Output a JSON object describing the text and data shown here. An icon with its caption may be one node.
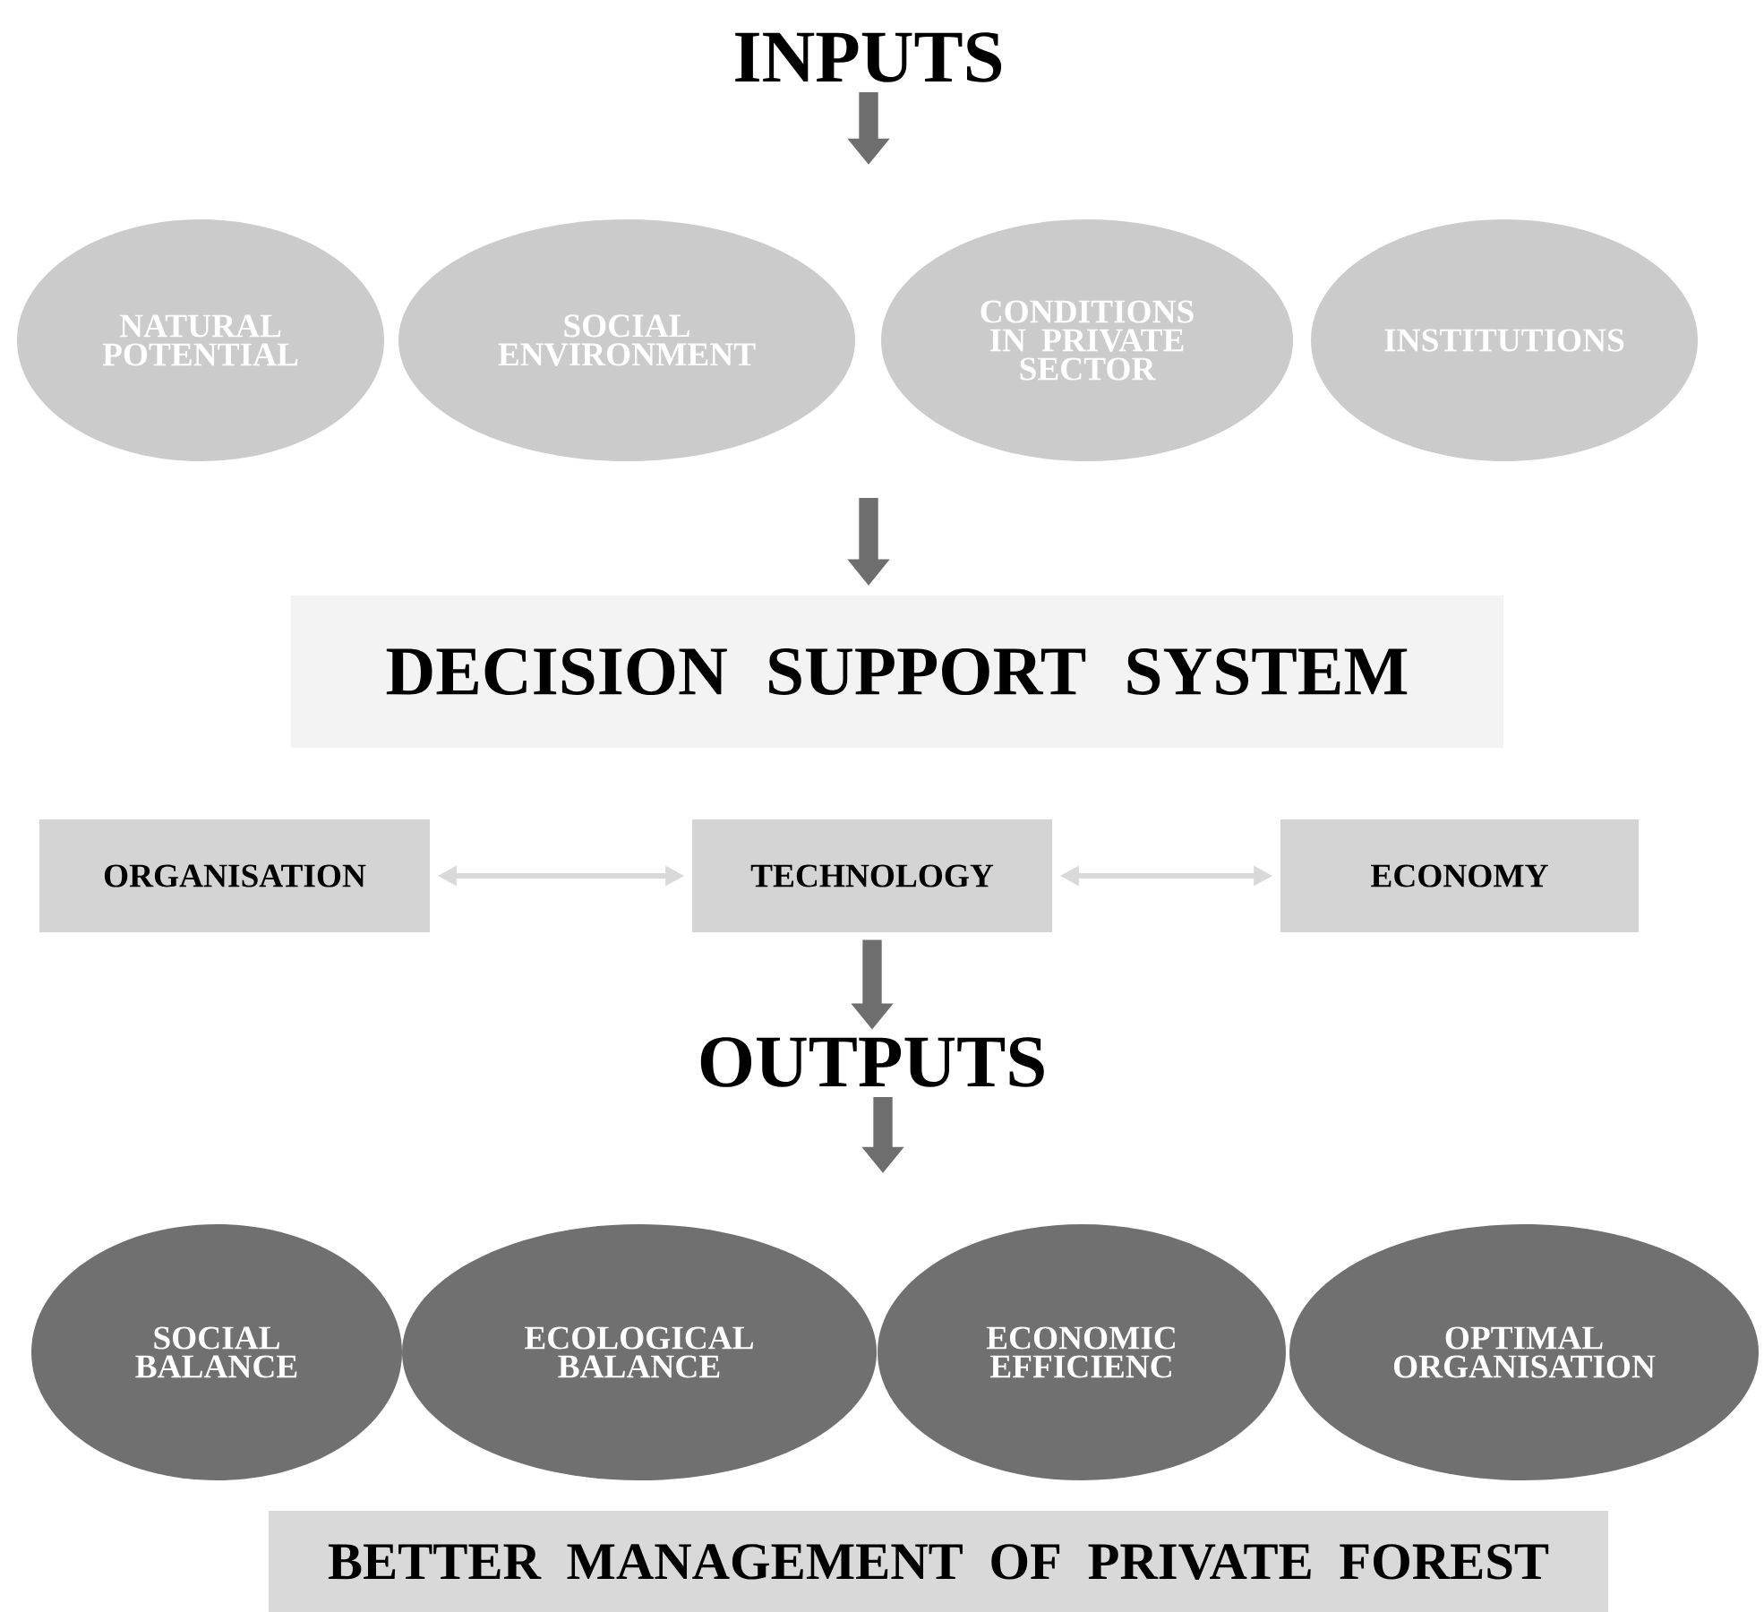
{
  "diagram": {
    "nodes": [
      {
        "text": [
          "INPUTS"
        ]
      },
      {
        "text": [
          "NATURAL POTENTIAL"
        ]
      },
      {
        "text": [
          "SOCIAL ENVIRONMENT"
        ]
      },
      {
        "text": [
          "CONDITIONS IN PRIVATE SECTOR"
        ]
      },
      {
        "text": [
          "INSTITUTIONS"
        ]
      },
      {
        "text": [
          "DECISION SUPPORT SYSTEM"
        ]
      },
      {
        "text": [
          "ORGANISATION"
        ]
      },
      {
        "text": [
          "TECHNOLOGY"
        ]
      },
      {
        "text": [
          "ECONOMY"
        ]
      },
      {
        "text": [
          "OUTPUTS"
        ]
      },
      {
        "text": [
          "SOCIAL BALANCE"
        ]
      },
      {
        "text": [
          "ECOLOGICAL BALANCE"
        ]
      },
      {
        "text": [
          "ECONOMIC EFFICIENC"
        ]
      },
      {
        "text": [
          "OPTIMAL ORGANISATION"
        ]
      },
      {
        "text": [
          "BETTER MANAGEMENT OF PRIVATE FOREST"
        ]
      }
    ],
    "edges": [
      {
        "from": 0,
        "to": null,
        "arrow": "to"
      },
      {
        "from": null,
        "to": 5,
        "arrow": "to"
      },
      {
        "from": 6,
        "to": 7,
        "arrow": "both",
        "color": "#d9d9d9"
      },
      {
        "from": 7,
        "to": 8,
        "arrow": "both",
        "color": "#d9d9d9"
      },
      {
        "from": 7,
        "to": 9,
        "arrow": "to"
      },
      {
        "from": 9,
        "to": null,
        "arrow": "to"
      }
    ]
  }
}
